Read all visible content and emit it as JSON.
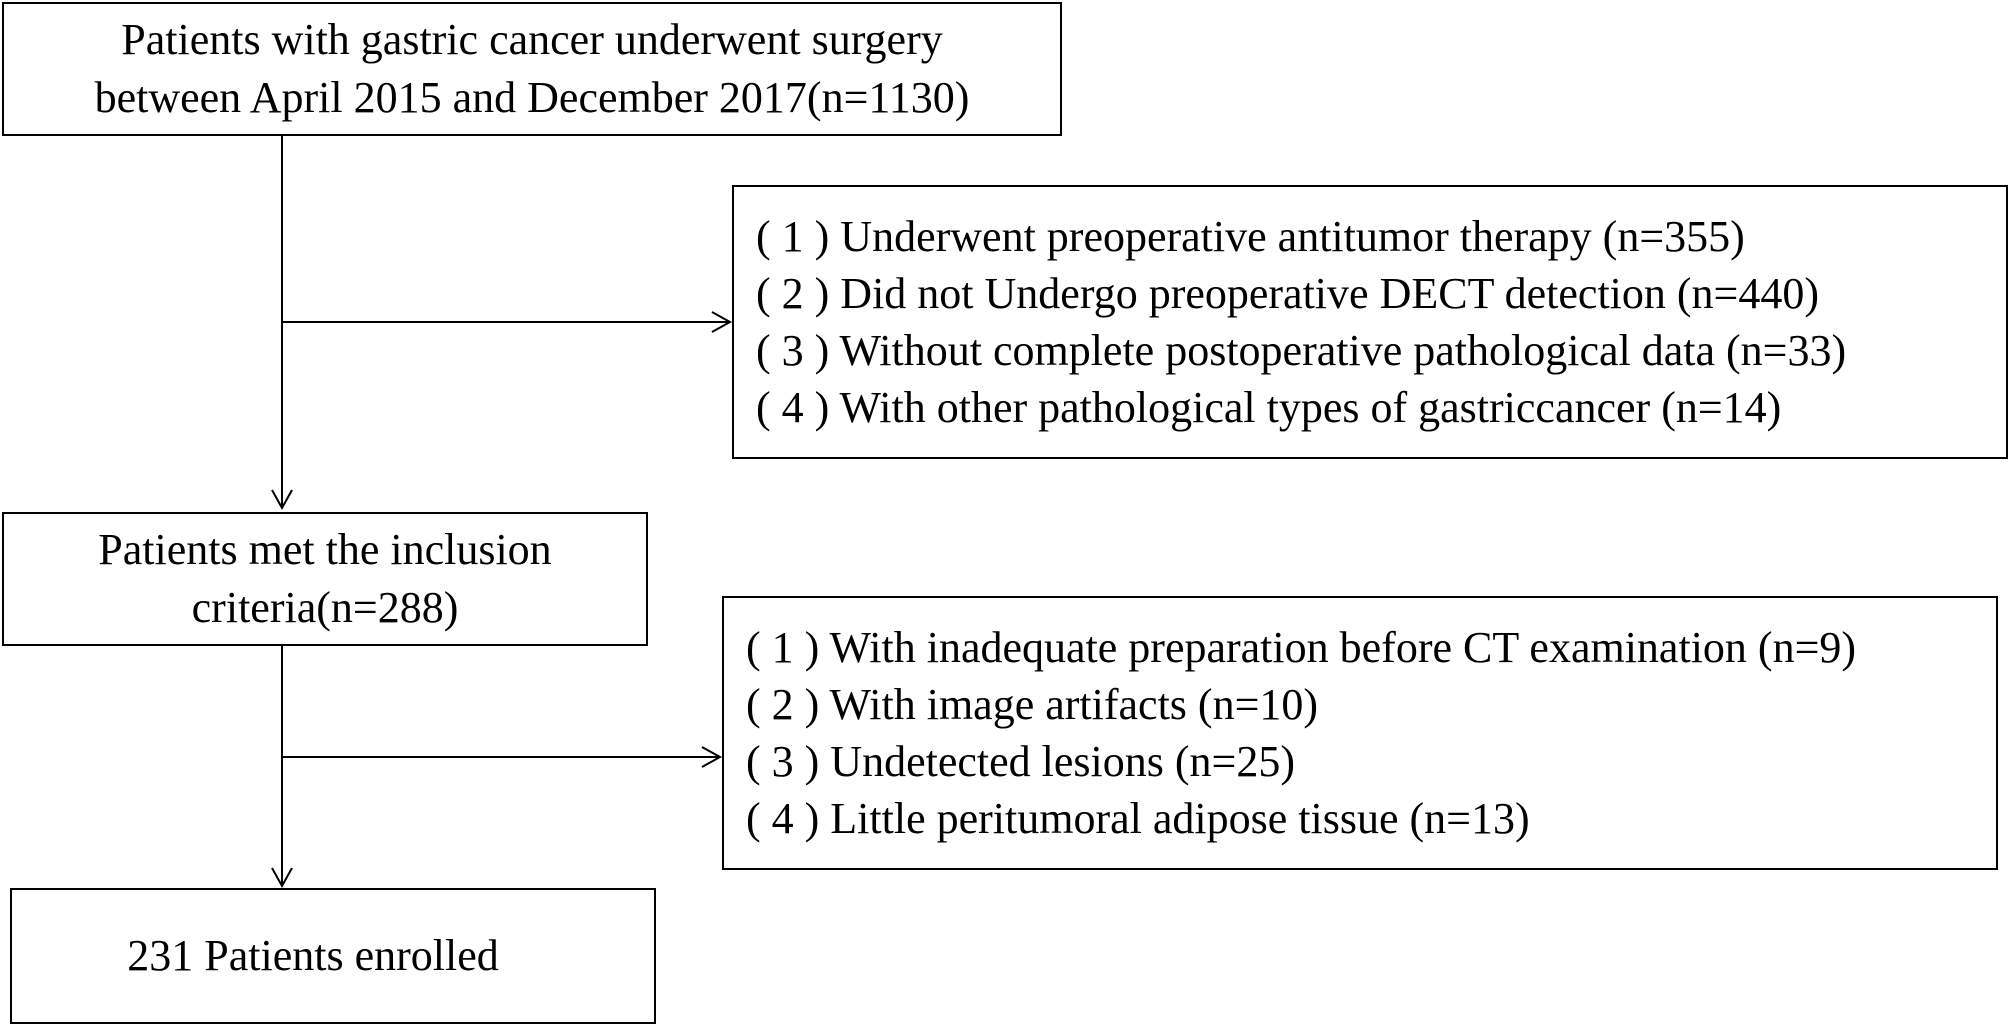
{
  "flowchart": {
    "start": {
      "lines": [
        "Patients with gastric cancer underwent surgery",
        "between April 2015 and December 2017(n=1130)"
      ]
    },
    "exclusion_1": {
      "items": [
        "( 1 ) Underwent preoperative antitumor therapy (n=355)",
        "( 2 ) Did not Undergo preoperative DECT detection (n=440)",
        "( 3 ) Without complete postoperative pathological data (n=33)",
        "( 4 ) With other pathological types of gastriccancer (n=14)"
      ]
    },
    "included": {
      "lines": [
        "Patients met the inclusion",
        "criteria(n=288)"
      ]
    },
    "exclusion_2": {
      "items": [
        "( 1 ) With inadequate preparation before CT examination (n=9)",
        "( 2 ) With image artifacts (n=10)",
        "( 3 ) Undetected lesions (n=25)",
        "( 4 ) Little peritumoral adipose tissue (n=13)"
      ]
    },
    "enrolled": {
      "text": "231 Patients enrolled"
    }
  },
  "colors": {
    "stroke": "#000000",
    "background": "#ffffff"
  }
}
